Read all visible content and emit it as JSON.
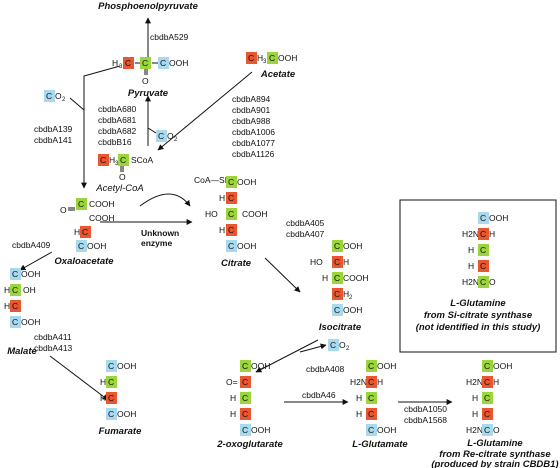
{
  "colors": {
    "orange": "#e8572f",
    "green": "#9bd53b",
    "blue": "#a9d9ec",
    "ink": "#111111"
  },
  "compounds": {
    "phosphoenolpyruvate": "Phosphoenolpyruvate",
    "pyruvate": "Pyruvate",
    "acetate": "Acetate",
    "acetyl_coa": "Acetyl-CoA",
    "coa_sh": "CoA—SH",
    "oxaloacetate": "Oxaloacetate",
    "citrate": "Citrate",
    "isocitrate": "Isocitrate",
    "malate": "Malate",
    "fumarate": "Fumarate",
    "oxoglutarate": "2-oxoglutarate",
    "l_glutamate": "L-Glutamate",
    "gln_re": [
      "L-Glutamine",
      "from Re-citrate synthase",
      "(produced by strain CBDB1)"
    ],
    "gln_si": [
      "L-Glutamine",
      "from Si-citrate synthase",
      "(not identified in this study)"
    ]
  },
  "enzymes": {
    "pyruvate_to_pep": "cbdbA529",
    "co2_to_oaa": [
      "cbdbA139",
      "cbdbA141"
    ],
    "acetylcoa_to_pyruvate": [
      "cbdbA680",
      "cbdbA681",
      "cbdbA682",
      "cbdbB16"
    ],
    "acetate_to_acetylcoa": [
      "cbdbA894",
      "cbdbA901",
      "cbdbA988",
      "cbdbA1006",
      "cbdbA1077",
      "cbdbA1126"
    ],
    "oaa_to_malate": "cbdbA409",
    "unknown": [
      "Unknown",
      "enzyme"
    ],
    "citrate_to_isocitrate": [
      "cbdbA405",
      "cbdbA407"
    ],
    "malate_to_fumarate": [
      "cbdbA411",
      "cbdbA413"
    ],
    "isocitrate_to_oxoglutarate": "cbdbA408",
    "oxoglutarate_to_glutamate": "cbdbA46",
    "glutamate_to_glutamine": [
      "cbdbA1050",
      "cbdbA1568"
    ]
  },
  "atoms": {
    "co2": "CO2",
    "cooh": "COOH",
    "ch2": "CH2",
    "h2c": "H2C",
    "h3c": "H3C",
    "c": "C",
    "ch": "CH",
    "h": "H",
    "ho": "HO",
    "hc_oh": "OH",
    "o": "O",
    "eq_o": "O=",
    "scoa": "SCoA",
    "h2n": "H2N",
    "co": "CO"
  }
}
